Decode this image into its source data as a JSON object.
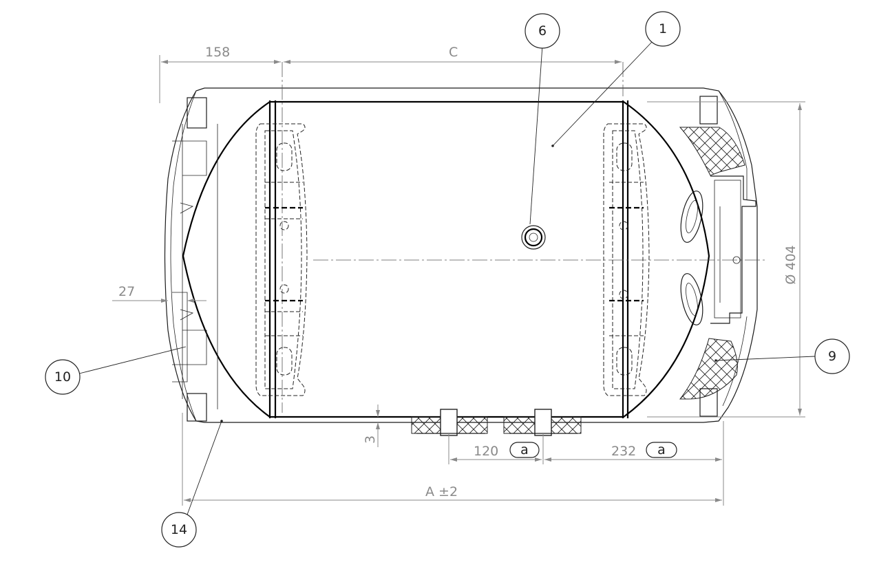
{
  "dimensions": {
    "left_offset": "158",
    "center_distance": "C",
    "diameter": "Ø 404",
    "end_gap": "27",
    "bottom_clearance": "3",
    "pipe_spacing": "120",
    "pipe_offset": "232",
    "overall_length": "A ±2",
    "pipe_spacing_tag": "a",
    "pipe_offset_tag": "a"
  },
  "balloons": {
    "b6": "6",
    "b1": "1",
    "b9": "9",
    "b10": "10",
    "b14": "14"
  }
}
